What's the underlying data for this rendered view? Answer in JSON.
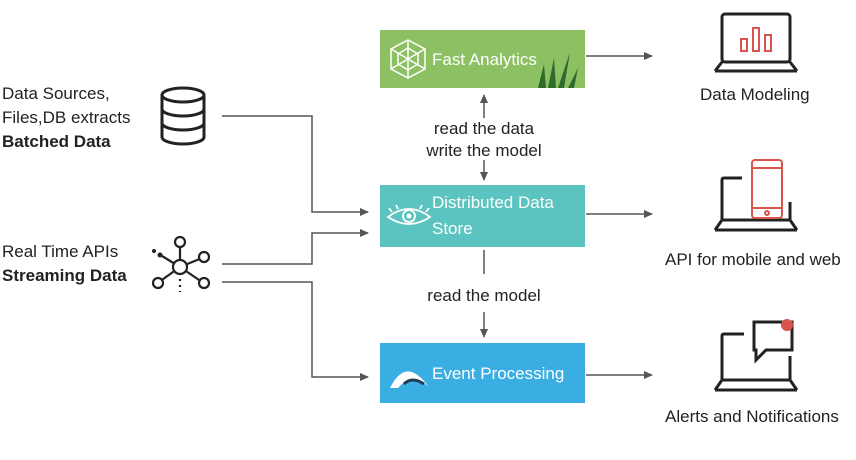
{
  "sources": {
    "batch": {
      "line1": "Data Sources,",
      "line2": "Files,DB extracts",
      "line3": "Batched Data",
      "icon": "database-icon"
    },
    "stream": {
      "line1": "Real Time APIs",
      "line2": "Streaming Data",
      "icon": "network-hub-icon"
    }
  },
  "boxes": {
    "fast_analytics": {
      "label": "Fast Analytics",
      "color": "#8dc063"
    },
    "data_store": {
      "line1": "Distributed Data",
      "line2": "Store",
      "color": "#5bc4c0"
    },
    "event_processing": {
      "label": "Event Processing",
      "color": "#3aaee2"
    }
  },
  "edge_labels": {
    "top_line1": "read the data",
    "top_line2": "write the model",
    "bottom": "read the model"
  },
  "outputs": {
    "data_modeling": {
      "label": "Data Modeling",
      "icon": "laptop-bar-chart-icon"
    },
    "api": {
      "label": "API for mobile and web",
      "icon": "laptop-phone-icon"
    },
    "alerts": {
      "label": "Alerts and Notifications",
      "icon": "laptop-chat-icon"
    }
  },
  "colors": {
    "line": "#555555",
    "accent_red": "#d9534f"
  }
}
